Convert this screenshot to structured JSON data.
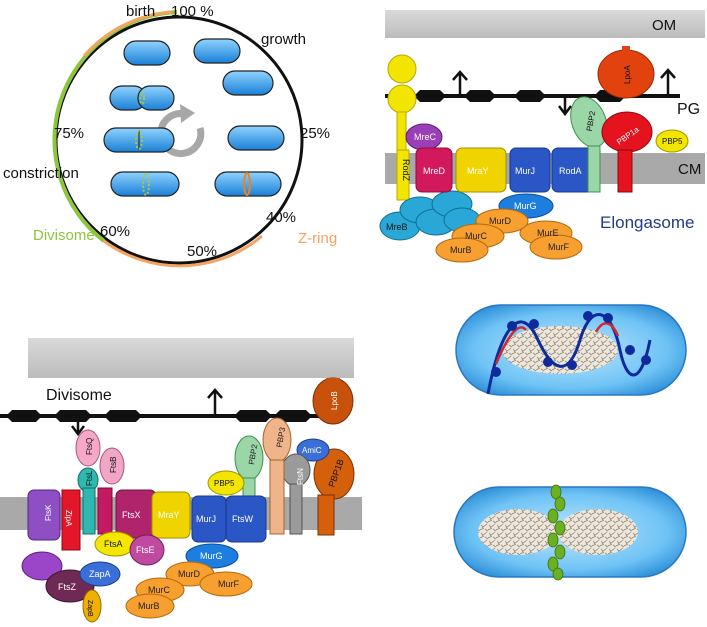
{
  "cycle": {
    "birth": "birth",
    "percent_100": "100 %",
    "growth": "growth",
    "percent_25": "25%",
    "percent_40": "40%",
    "percent_50": "50%",
    "percent_60": "60%",
    "percent_75": "75%",
    "constriction": "constriction",
    "divisome": "Divisome",
    "z_ring": "Z-ring",
    "colors": {
      "divisome_arc": "#8cc63f",
      "zring_arc": "#f4a460",
      "cell": "#1f8fe0"
    }
  },
  "elongasome": {
    "om": "OM",
    "pg": "PG",
    "cm": "CM",
    "title": "Elongasome",
    "proteins": {
      "lpoa": "LpoA",
      "pbp2": "PBP2",
      "pbp1a": "PBP1a",
      "pbp5": "PBP5",
      "mrec": "MreC",
      "mred": "MreD",
      "mray": "MraY",
      "murj": "MurJ",
      "roda": "RodA",
      "rodz": "RodZ",
      "mreb": "MreB",
      "murg": "MurG",
      "murd": "MurD",
      "mure": "MurE",
      "murc": "MurC",
      "murf": "MurF",
      "murb": "MurB"
    }
  },
  "divisome": {
    "title": "Divisome",
    "proteins": {
      "ftsq": "FtsQ",
      "ftsl": "FtsL",
      "ftsb": "FtsB",
      "ftsk": "FtsK",
      "zipa": "ZipA",
      "ftsx": "FtsX",
      "mray": "MraY",
      "murj": "MurJ",
      "ftsw": "FtsW",
      "pbp5": "PBP5",
      "pbp2": "PBP2",
      "pbp3": "PBP3",
      "amic": "AmiC",
      "ftsn": "FtsN",
      "pbp1b": "PBP1B",
      "lpob": "LpoB",
      "ftsa": "FtsA",
      "ftse": "FtsE",
      "ftsz": "FtsZ",
      "zapa": "ZapA",
      "zapb": "ZapB",
      "murg": "MurG",
      "murd": "MurD",
      "murc": "MurC",
      "murf": "MurF",
      "murb": "MurB"
    }
  }
}
